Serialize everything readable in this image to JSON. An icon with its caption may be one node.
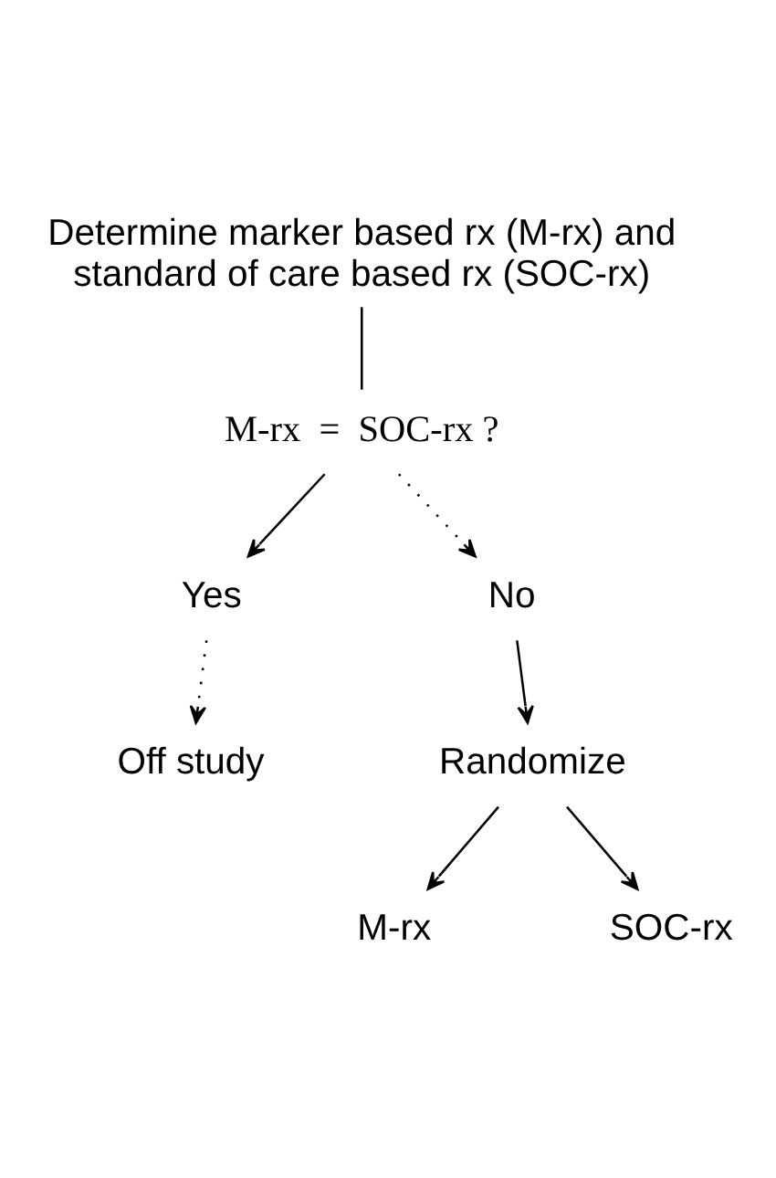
{
  "diagram": {
    "nodes": [
      {
        "text": [
          "Determine marker based rx (M-rx) and standard of care based rx (SOC-rx)"
        ]
      },
      {
        "text": [
          "M-rx  =  SOC-rx ?"
        ]
      },
      {
        "text": [
          "Yes"
        ]
      },
      {
        "text": [
          "No"
        ]
      },
      {
        "text": [
          "Off study"
        ]
      },
      {
        "text": [
          "Randomize"
        ]
      },
      {
        "text": [
          "M-rx"
        ]
      },
      {
        "text": [
          "SOC-rx"
        ]
      }
    ],
    "edges": [
      {
        "from": 0,
        "to": 1,
        "arrow": "none"
      },
      {
        "from": 1,
        "to": 2,
        "arrow": "to"
      },
      {
        "from": 1,
        "to": 3,
        "arrow": "to",
        "style": "dashed"
      },
      {
        "from": 2,
        "to": 4,
        "arrow": "to",
        "style": "dashed"
      },
      {
        "from": 3,
        "to": 5,
        "arrow": "to"
      },
      {
        "from": 5,
        "to": 6,
        "arrow": "to"
      },
      {
        "from": 5,
        "to": 7,
        "arrow": "to"
      }
    ]
  }
}
